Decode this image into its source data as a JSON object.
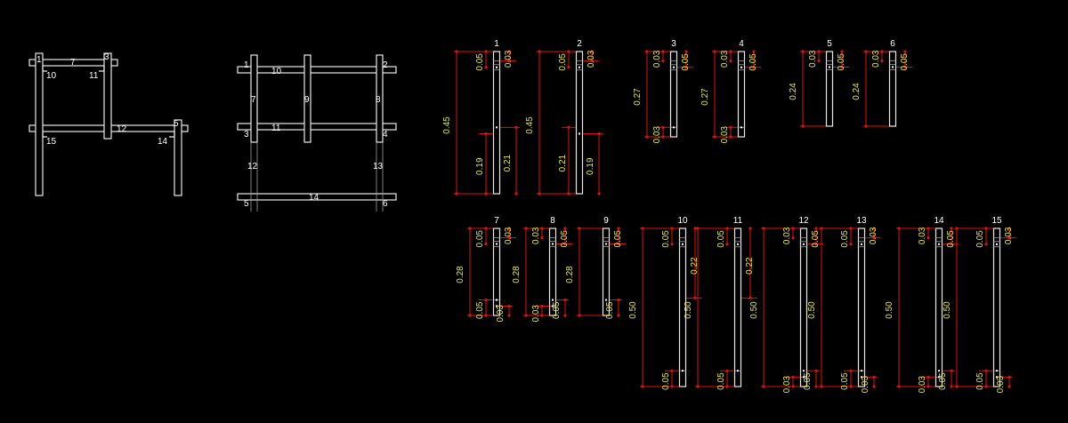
{
  "drawing": {
    "background": "#000000",
    "colors": {
      "outline": "#e8e8e8",
      "dimension_line": "#e01010",
      "dimension_text": "#e6e63a",
      "labels": "#ffffff"
    },
    "side_view": {
      "labels": [
        "1",
        "3",
        "5",
        "7",
        "10",
        "11",
        "12",
        "14",
        "15"
      ]
    },
    "front_view": {
      "labels": [
        "1",
        "2",
        "3",
        "4",
        "5",
        "6",
        "7",
        "8",
        "9",
        "10",
        "11",
        "12",
        "13",
        "14"
      ]
    },
    "parts": [
      {
        "id": "1",
        "length": "0.45",
        "dims_left": [
          "0.05",
          "0.19"
        ],
        "dims_right": [
          "0.03",
          "0.21"
        ]
      },
      {
        "id": "2",
        "length": "0.45",
        "dims_left": [
          "0.05",
          "0.21"
        ],
        "dims_right": [
          "0.03",
          "0.19"
        ]
      },
      {
        "id": "3",
        "length": "0.27",
        "dims_left": [
          "0.03",
          "0.03"
        ],
        "dims_right": [
          "0.05"
        ]
      },
      {
        "id": "4",
        "length": "0.27",
        "dims_left": [
          "0.03",
          "0.03"
        ],
        "dims_right": [
          "0.05"
        ]
      },
      {
        "id": "5",
        "length": "0.24",
        "dims_left": [
          "0.03"
        ],
        "dims_right": [
          "0.05"
        ]
      },
      {
        "id": "6",
        "length": "0.24",
        "dims_left": [
          "0.03"
        ],
        "dims_right": [
          "0.05"
        ]
      },
      {
        "id": "7",
        "length": "0.28",
        "dims_left": [
          "0.05",
          "0.05"
        ],
        "dims_right": [
          "0.03",
          "0.03"
        ]
      },
      {
        "id": "8",
        "length": "0.28",
        "dims_left": [
          "0.03",
          "0.03"
        ],
        "dims_right": [
          "0.05",
          "0.05"
        ]
      },
      {
        "id": "9",
        "length": "0.28",
        "dims_left": [],
        "dims_right": [
          "0.05",
          "0.05"
        ]
      },
      {
        "id": "10",
        "length": "0.50",
        "dims_left": [
          "0.05",
          "0.05"
        ],
        "dims_right": [
          "0.22"
        ]
      },
      {
        "id": "11",
        "length": "0.50",
        "dims_left": [
          "0.05",
          "0.05"
        ],
        "dims_right": [
          "0.22"
        ]
      },
      {
        "id": "12",
        "length": "0.50",
        "dims_left": [
          "0.03",
          "0.03"
        ],
        "dims_right": [
          "0.05",
          "0.05"
        ]
      },
      {
        "id": "13",
        "length": "0.50",
        "dims_left": [
          "0.05",
          "0.05"
        ],
        "dims_right": [
          "0.03",
          "0.03"
        ]
      },
      {
        "id": "14",
        "length": "0.50",
        "dims_left": [
          "0.03",
          "0.03"
        ],
        "dims_right": [
          "0.05",
          "0.05"
        ]
      },
      {
        "id": "15",
        "length": "0.50",
        "dims_left": [
          "0.05",
          "0.05"
        ],
        "dims_right": [
          "0.03",
          "0.03"
        ]
      }
    ]
  }
}
